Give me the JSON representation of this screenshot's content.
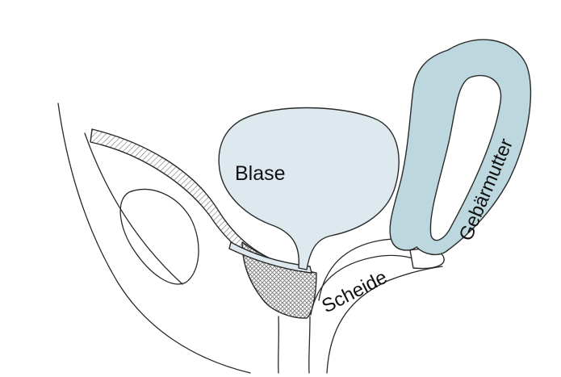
{
  "labels": {
    "bladder": "Blase",
    "vagina": "Scheide",
    "uterus": "Gebärmutter"
  },
  "colors": {
    "organ_fill": "#dde9ee",
    "uterus_fill": "#bcd7de",
    "outline": "#2a2a2a",
    "background": "#ffffff",
    "hatch": "#7c7c7c"
  }
}
